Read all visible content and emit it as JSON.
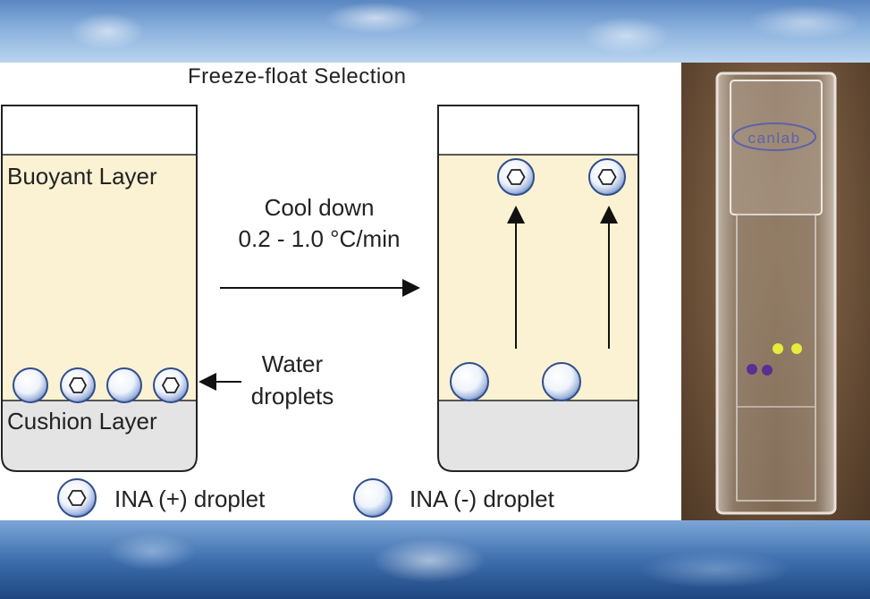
{
  "title": "Freeze-float Selection",
  "labels": {
    "buoyant_layer": "Buoyant Layer",
    "cushion_layer": "Cushion Layer",
    "cool_down": "Cool down",
    "rate": "0.2 - 1.0 °C/min",
    "water": "Water",
    "droplets": "droplets",
    "cuvette_brand": "canlab"
  },
  "legend": {
    "ina_plus": "INA (+) droplet",
    "ina_minus": "INA (-) droplet"
  },
  "colors": {
    "buoyant_layer": "#fbf2d3",
    "cushion_layer": "#e4e4e4",
    "droplet_edge": "#2f4d8c",
    "photo_yellow_droplet": "#e6ec3a",
    "photo_purple_droplet": "#5b2f92"
  }
}
